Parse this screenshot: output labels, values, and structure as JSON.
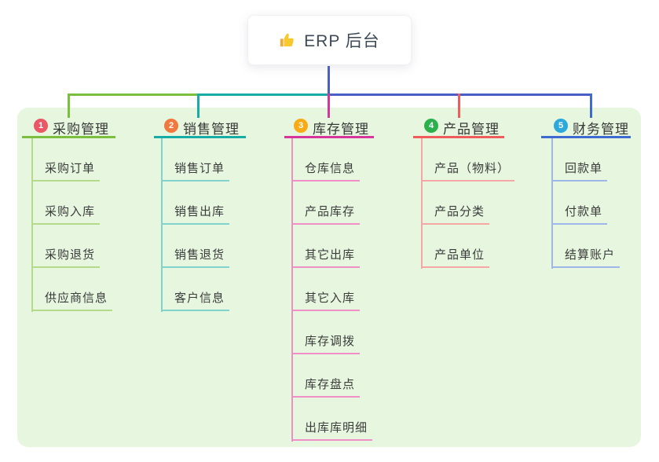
{
  "root": {
    "icon": "thumbs-up-icon",
    "label": "ERP 后台"
  },
  "colors": {
    "canvas_background": "#ffffff",
    "panel_background": "#e6f6df",
    "node_background": "#ffffff",
    "root_text": "#3f4a57",
    "text": "#3c3c3c",
    "root_connector": "#4a5fc5",
    "bus_segments": [
      "#7cbe3e",
      "#17ada6",
      "#4a5fc5"
    ]
  },
  "branches": [
    {
      "number": "1",
      "label": "采购管理",
      "badge_color": "#eb5765",
      "line_color": "#7cbe3e",
      "child_line_color": "#b4da8a",
      "children": [
        "采购订单",
        "采购入库",
        "采购退货",
        "供应商信息"
      ]
    },
    {
      "number": "2",
      "label": "销售管理",
      "badge_color": "#f1793f",
      "line_color": "#17ada6",
      "child_line_color": "#82d3cc",
      "children": [
        "销售订单",
        "销售出库",
        "销售退货",
        "客户信息"
      ]
    },
    {
      "number": "3",
      "label": "库存管理",
      "badge_color": "#f8ab16",
      "line_color": "#d6359c",
      "child_line_color": "#ee8fc6",
      "children": [
        "仓库信息",
        "产品库存",
        "其它出库",
        "其它入库",
        "库存调拨",
        "库存盘点",
        "出库库明细"
      ]
    },
    {
      "number": "4",
      "label": "产品管理",
      "badge_color": "#2cb04c",
      "line_color": "#f05b5b",
      "child_line_color": "#f7a6a6",
      "children": [
        "产品（物料）",
        "产品分类",
        "产品单位"
      ]
    },
    {
      "number": "5",
      "label": "财务管理",
      "badge_color": "#2aa9da",
      "line_color": "#3e6ad1",
      "child_line_color": "#9fb6e8",
      "children": [
        "回款单",
        "付款单",
        "结算账户"
      ]
    }
  ]
}
